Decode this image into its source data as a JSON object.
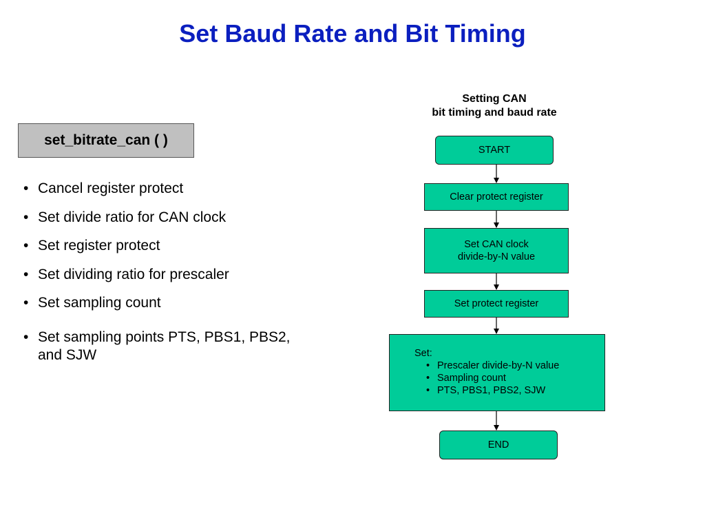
{
  "title": "Set Baud Rate and Bit Timing",
  "function_name": "set_bitrate_can ( )",
  "bullets": [
    "Cancel register protect",
    "Set divide ratio for CAN clock",
    "Set register protect",
    "Set dividing ratio for prescaler",
    "Set sampling count",
    "Set sampling points PTS, PBS1, PBS2, and SJW"
  ],
  "flowchart": {
    "title_line1": "Setting CAN",
    "title_line2": "bit timing and baud rate",
    "start": "START",
    "clear_protect": "Clear protect register",
    "clock_line1": "Set CAN clock",
    "clock_line2": "divide-by-N value",
    "set_protect": "Set protect register",
    "set_heading": "Set:",
    "set_items": [
      "Prescaler divide-by-N value",
      "Sampling count",
      "PTS, PBS1, PBS2, SJW"
    ],
    "end": "END"
  },
  "colors": {
    "title": "#0b1fbf",
    "node_fill": "#00cc99",
    "function_box_fill": "#c0c0c0"
  }
}
